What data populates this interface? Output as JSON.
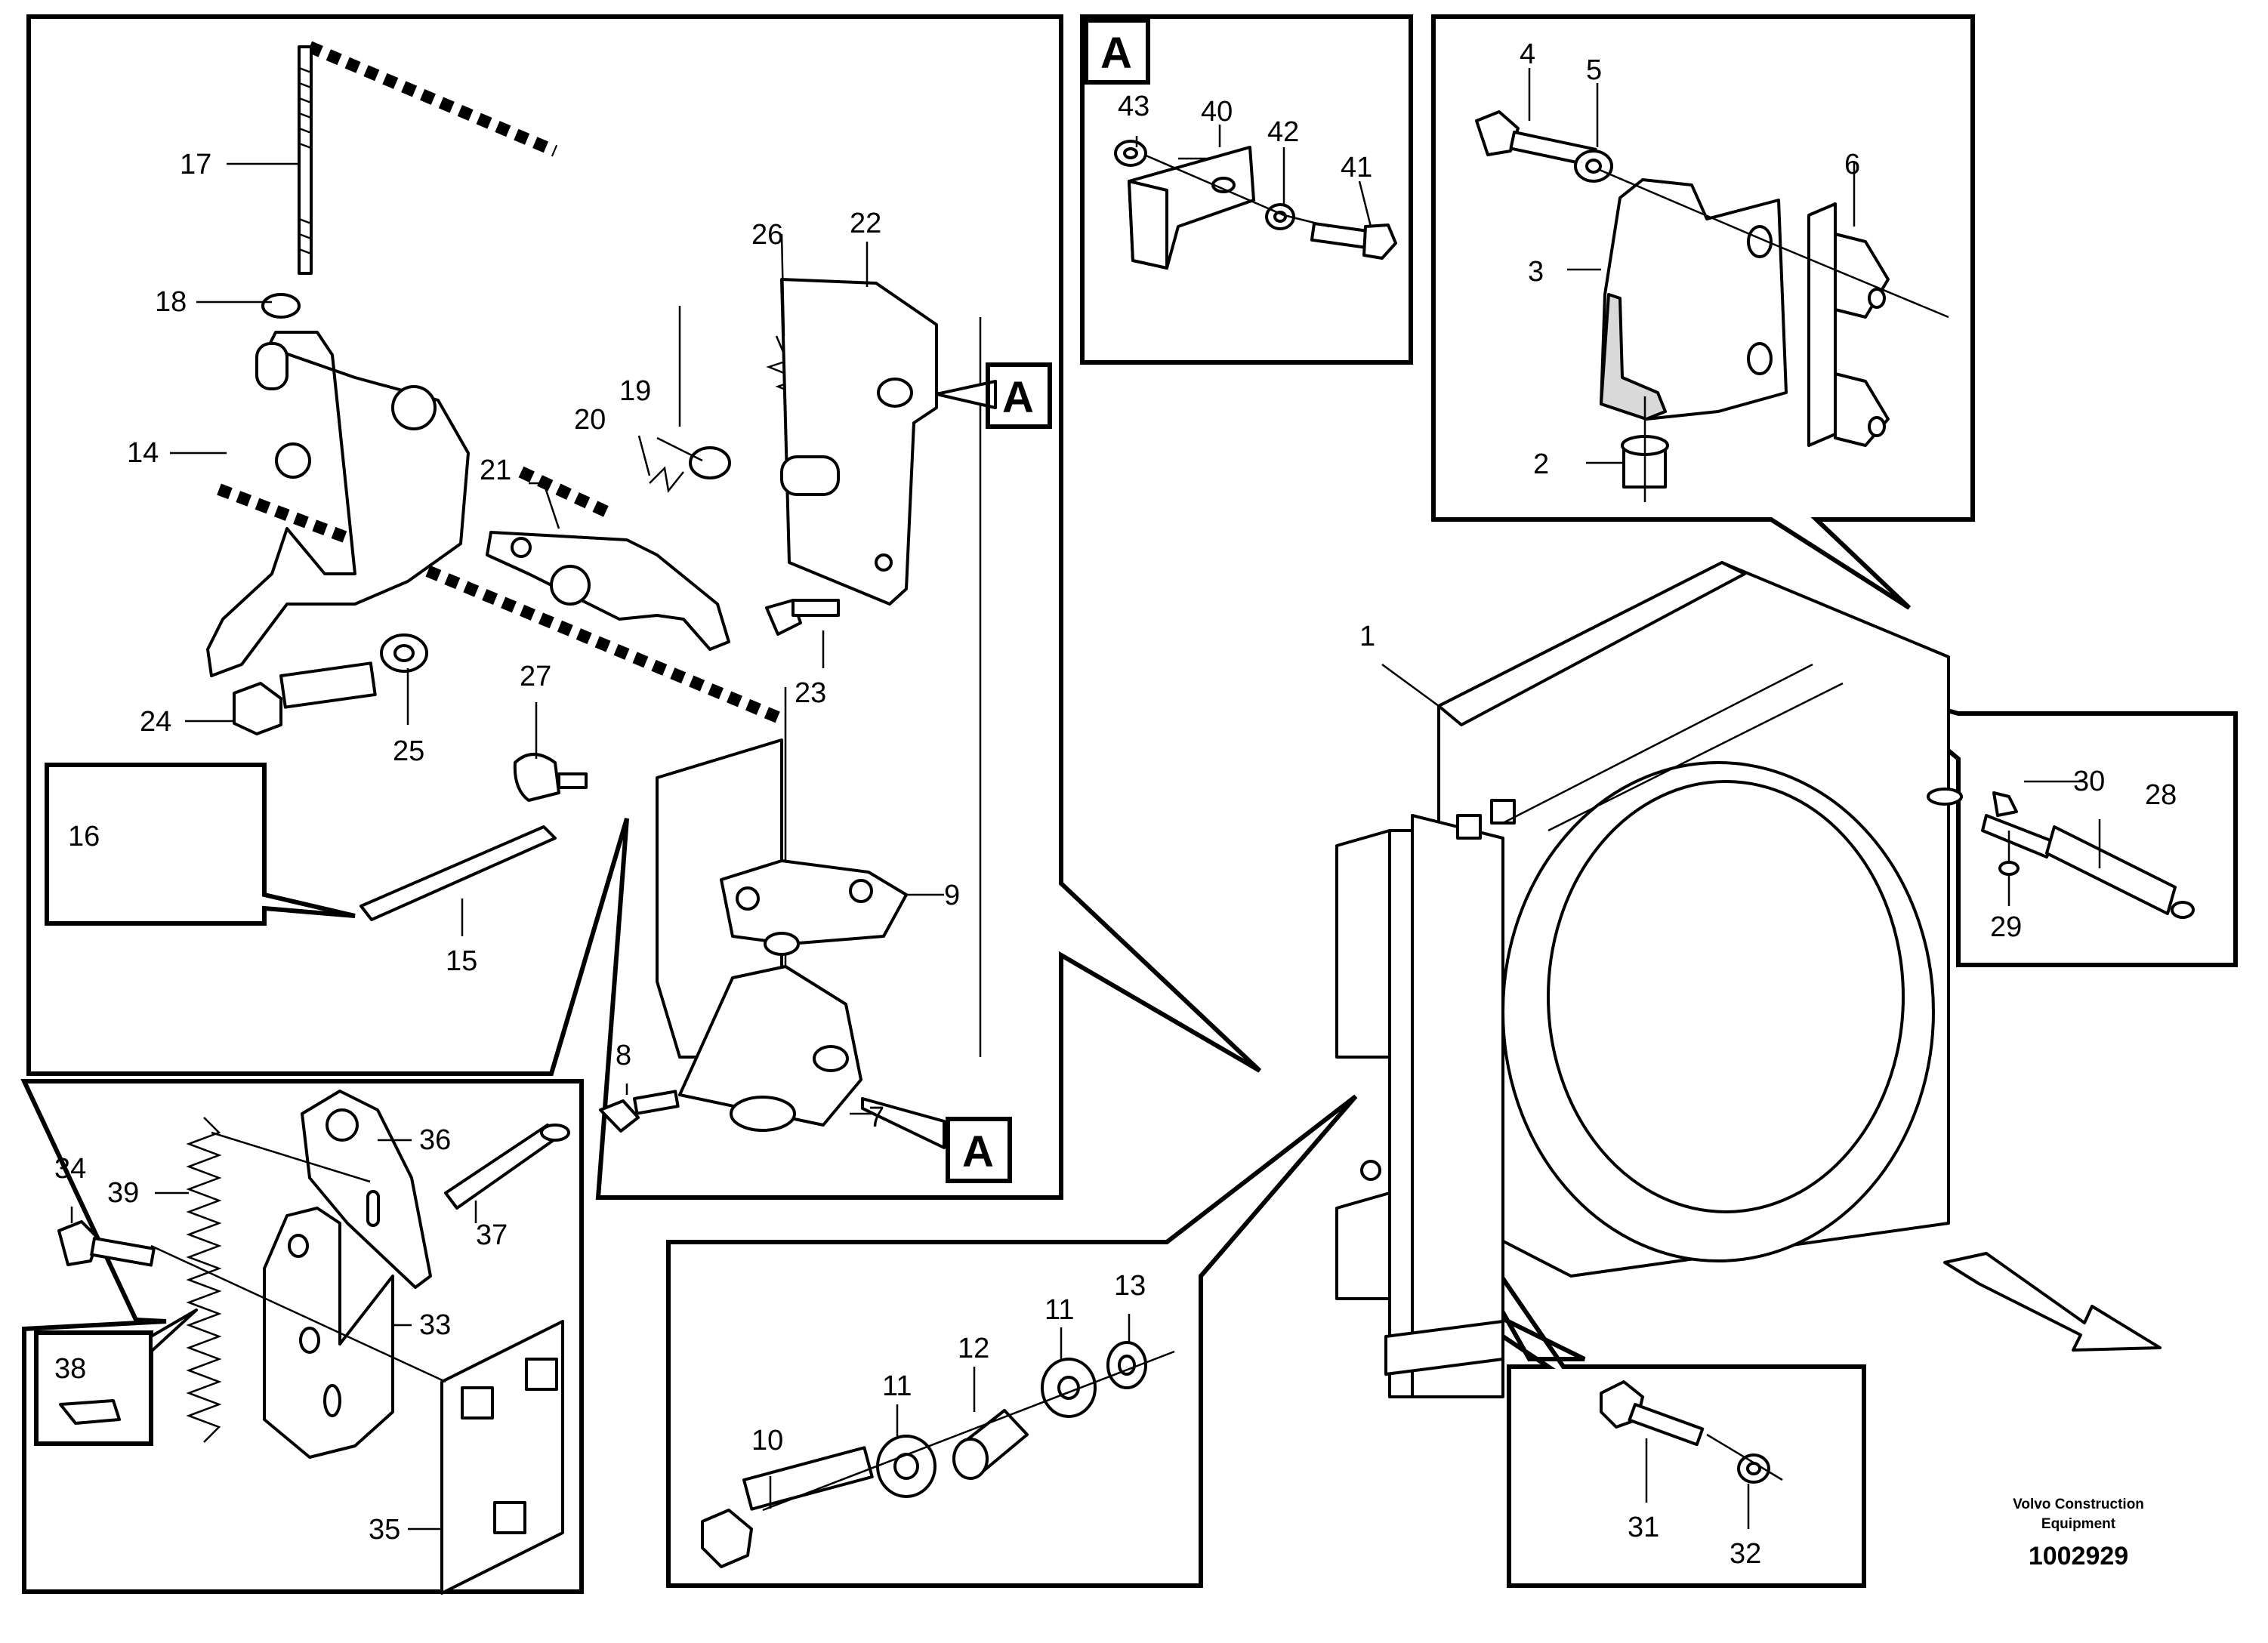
{
  "diagram": {
    "detail_ref": "A",
    "caption_line1": "Volvo Construction",
    "caption_line2": "Equipment",
    "drawing_number": "1002929",
    "callouts": [
      "1",
      "2",
      "3",
      "4",
      "5",
      "6",
      "7",
      "8",
      "9",
      "10",
      "11",
      "11",
      "12",
      "13",
      "14",
      "15",
      "16",
      "17",
      "18",
      "19",
      "20",
      "21",
      "22",
      "23",
      "24",
      "25",
      "26",
      "27",
      "28",
      "29",
      "30",
      "31",
      "32",
      "33",
      "34",
      "35",
      "36",
      "37",
      "38",
      "39",
      "40",
      "41",
      "42",
      "43"
    ]
  },
  "colors": {
    "ink": "#000000",
    "paper": "#ffffff",
    "shade": "#d9d9d9"
  }
}
